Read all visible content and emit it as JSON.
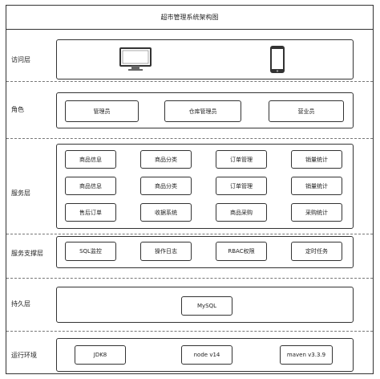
{
  "title": "超市管理系统架构图",
  "layers": {
    "access": {
      "label": "访问层",
      "icons": [
        "monitor-icon",
        "phone-icon"
      ]
    },
    "roles": {
      "label": "角色",
      "items": [
        "管理员",
        "仓库管理员",
        "营业员"
      ]
    },
    "services": {
      "label": "服务层",
      "rows": [
        [
          "商品信息",
          "商品分类",
          "订单管理",
          "销量统计"
        ],
        [
          "商品信息",
          "商品分类",
          "订单管理",
          "销量统计"
        ],
        [
          "售后订单",
          "收据系统",
          "商品采购",
          "采购统计"
        ]
      ]
    },
    "support": {
      "label": "服务支撑层",
      "items": [
        "SQL监控",
        "操作日志",
        "RBAC权限",
        "定时任务"
      ]
    },
    "persistence": {
      "label": "持久层",
      "items": [
        "MySQL"
      ]
    },
    "runtime": {
      "label": "运行环境",
      "items": [
        "JDK8",
        "node v14",
        "maven v3.3.9"
      ]
    }
  }
}
